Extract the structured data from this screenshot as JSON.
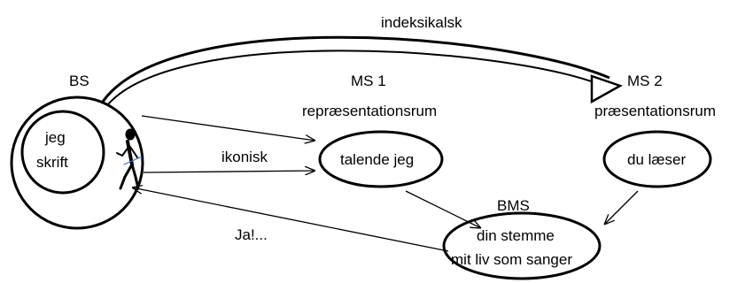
{
  "labels": {
    "top_arrow": "indeksikalsk",
    "bs": "BS",
    "ms1": "MS 1",
    "ms1_sub": "repræsentationsrum",
    "ms2": "MS 2",
    "ms2_sub": "præsentationsrum",
    "inner_line1": "jeg",
    "inner_line2": "skrift",
    "ikonisk": "ikonisk",
    "talende": "talende jeg",
    "du": "du læser",
    "bms": "BMS",
    "bms_line1": "din stemme",
    "bms_line2": "mit liv som sanger",
    "ja": "Ja!..."
  }
}
